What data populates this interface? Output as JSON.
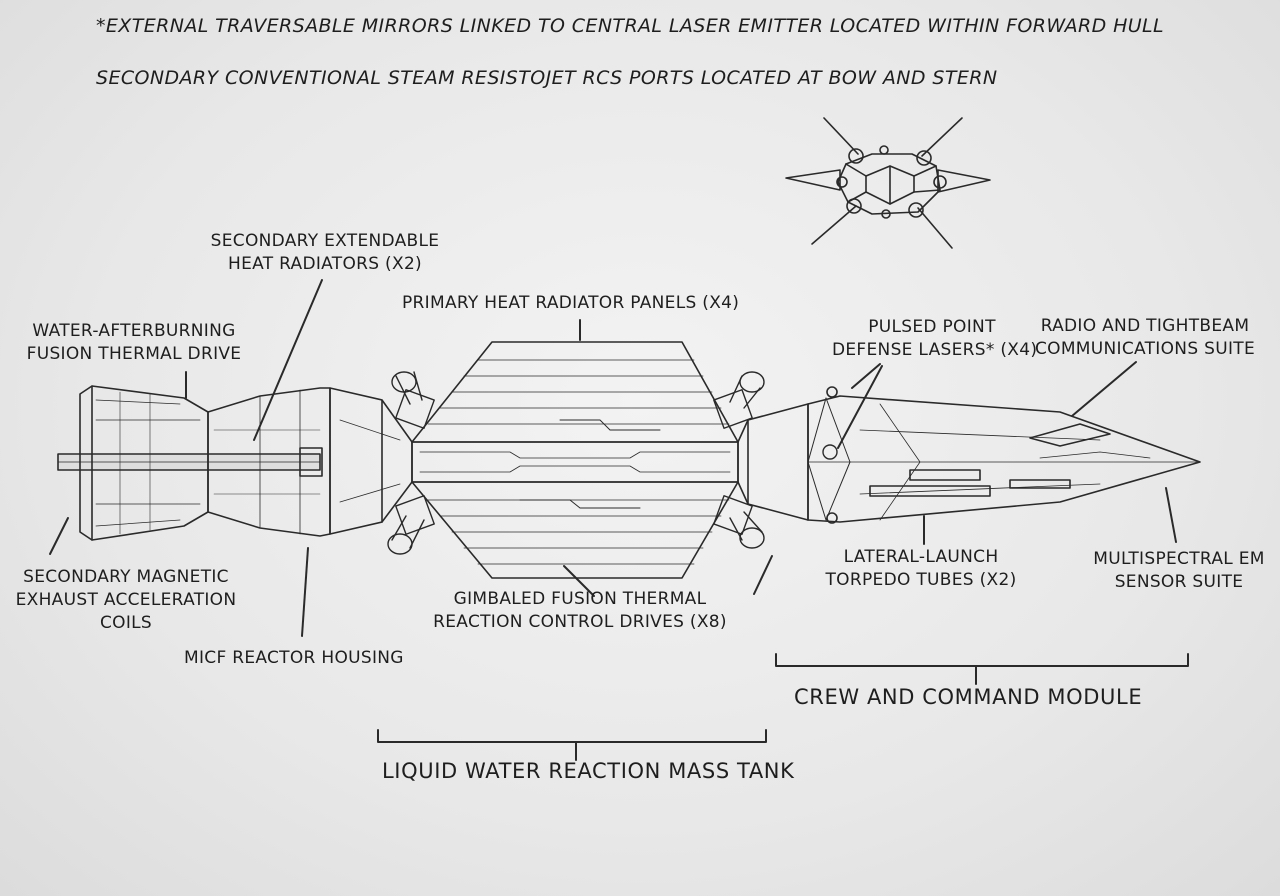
{
  "notes": {
    "line1": "*EXTERNAL TRAVERSABLE MIRRORS LINKED TO CENTRAL LASER EMITTER LOCATED WITHIN FORWARD HULL",
    "line2": "SECONDARY CONVENTIONAL STEAM RESISTOJET RCS PORTS LOCATED AT BOW AND STERN"
  },
  "labels": {
    "heat_radiators_secondary": [
      "SECONDARY EXTENDABLE",
      "HEAT RADIATORS (X2)"
    ],
    "primary_radiators": "PRIMARY HEAT RADIATOR PANELS (X4)",
    "fusion_drive": [
      "WATER-AFTERBURNING",
      "FUSION THERMAL DRIVE"
    ],
    "point_defense": [
      "PULSED POINT",
      "DEFENSE LASERS* (X4)"
    ],
    "comms": [
      "RADIO AND TIGHTBEAM",
      "COMMUNICATIONS SUITE"
    ],
    "magnetic_coils": [
      "SECONDARY MAGNETIC",
      "EXHAUST ACCELERATION",
      "COILS"
    ],
    "reactor": "MICF REACTOR HOUSING",
    "rcs_drives": [
      "GIMBALED FUSION THERMAL",
      "REACTION CONTROL DRIVES (X8)"
    ],
    "torpedo": [
      "LATERAL-LAUNCH",
      "TORPEDO TUBES (X2)"
    ],
    "sensor": [
      "MULTISPECTRAL EM",
      "SENSOR SUITE"
    ],
    "crew_module": "CREW AND COMMAND MODULE",
    "water_tank": "LIQUID WATER REACTION MASS TANK"
  }
}
